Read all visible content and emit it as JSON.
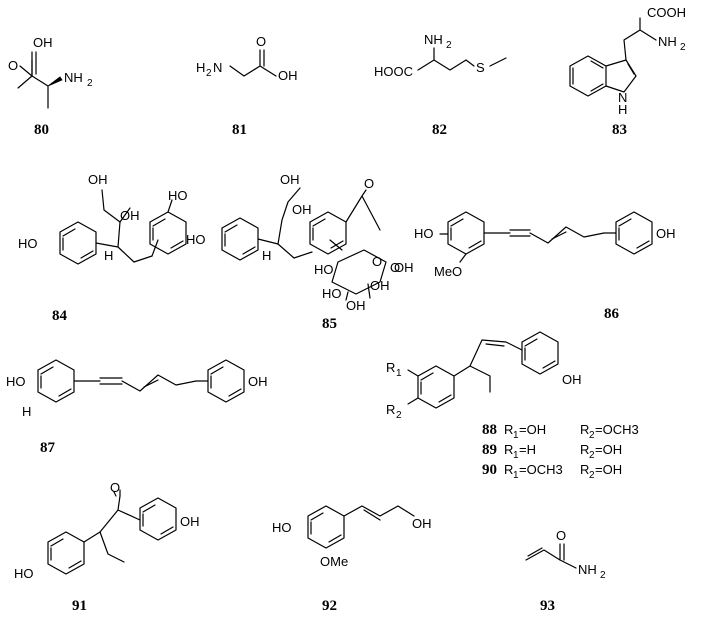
{
  "compounds": [
    {
      "id": "80",
      "labels": [
        "OH",
        "O",
        "NH",
        "2"
      ]
    },
    {
      "id": "81",
      "labels": [
        "H",
        "2",
        "N",
        "O",
        "OH"
      ]
    },
    {
      "id": "82",
      "labels": [
        "NH",
        "2",
        "HOOC",
        "S"
      ]
    },
    {
      "id": "83",
      "labels": [
        "COOH",
        "NH",
        "2",
        "N",
        "H"
      ]
    },
    {
      "id": "84",
      "labels": [
        "HO",
        "OH",
        "OH",
        "HO",
        "H"
      ]
    },
    {
      "id": "85",
      "labels": [
        "OH",
        "OH",
        "HO",
        "H",
        "O",
        "O",
        "O",
        "OH",
        "HO",
        "OH",
        "HO",
        "OH"
      ]
    },
    {
      "id": "86",
      "labels": [
        "HO",
        "MeO",
        "OH"
      ]
    },
    {
      "id": "87",
      "labels": [
        "HO",
        "H",
        "OH"
      ]
    },
    {
      "id": "91",
      "labels": [
        "O",
        "OH",
        "HO"
      ]
    },
    {
      "id": "92",
      "labels": [
        "HO",
        "OMe",
        "OH"
      ]
    },
    {
      "id": "93",
      "labels": [
        "O",
        "NH",
        "2"
      ]
    }
  ],
  "series": {
    "labels": [
      "R",
      "1",
      "R",
      "2",
      "OH"
    ],
    "legend": [
      {
        "id": "88",
        "r1": "R",
        "r1sub": "1",
        "r1val": "=OH",
        "r2": "R",
        "r2sub": "2",
        "r2val": "=OCH3"
      },
      {
        "id": "89",
        "r1": "R",
        "r1sub": "1",
        "r1val": "=H",
        "r2": "R",
        "r2sub": "2",
        "r2val": "=OH"
      },
      {
        "id": "90",
        "r1": "R",
        "r1sub": "1",
        "r1val": "=OCH3",
        "r2": "R",
        "r2sub": "2",
        "r2val": "=OH"
      }
    ]
  }
}
